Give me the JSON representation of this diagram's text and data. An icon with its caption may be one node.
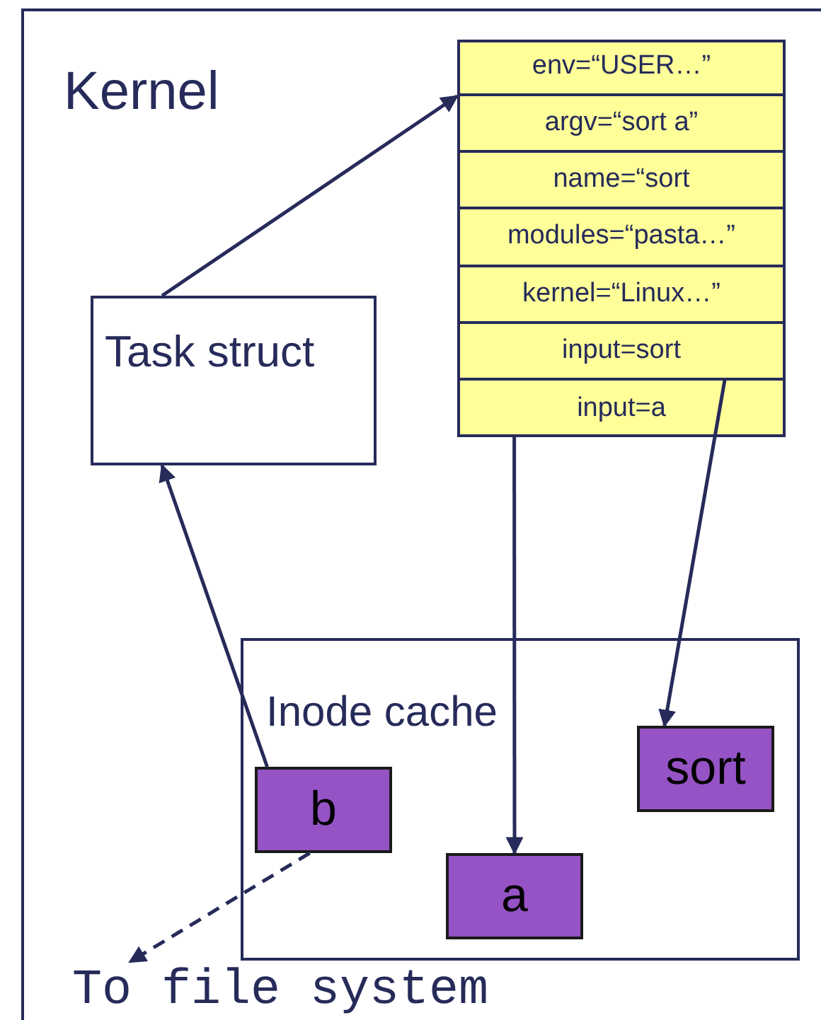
{
  "diagram": {
    "nodes": [
      {
        "text": [
          "Kernel"
        ]
      },
      {
        "text": [
          "Task struct"
        ],
        "in": 0
      },
      {
        "text": [],
        "shape": "box",
        "in": 0
      },
      {
        "text": [
          "env=“USER…”"
        ],
        "in": 2
      },
      {
        "text": [
          "argv=“sort a”"
        ],
        "in": 2
      },
      {
        "text": [
          "name=“sort"
        ],
        "in": 2
      },
      {
        "text": [
          "modules=“pasta…”"
        ],
        "in": 2
      },
      {
        "text": [
          "kernel=“Linux…”"
        ],
        "in": 2
      },
      {
        "text": [
          "input=sort"
        ],
        "in": 2
      },
      {
        "text": [
          "input=a"
        ],
        "in": 2
      },
      {
        "text": [
          "Inode cache"
        ],
        "in": 0
      },
      {
        "text": [
          "b"
        ],
        "in": 10
      },
      {
        "text": [
          "a"
        ],
        "in": 10
      },
      {
        "text": [
          "sort"
        ],
        "in": 10
      },
      {
        "text": [
          "To file system"
        ],
        "in": 0
      }
    ],
    "edges": [
      {
        "from": 1,
        "to": 2,
        "arrow": "to"
      },
      {
        "from": 11,
        "to": 1,
        "arrow": "to"
      },
      {
        "from": 9,
        "to": 12,
        "arrow": "to"
      },
      {
        "from": 8,
        "to": 13,
        "arrow": "to"
      },
      {
        "from": 11,
        "to": 14,
        "arrow": "to",
        "style": "dashed"
      }
    ]
  }
}
